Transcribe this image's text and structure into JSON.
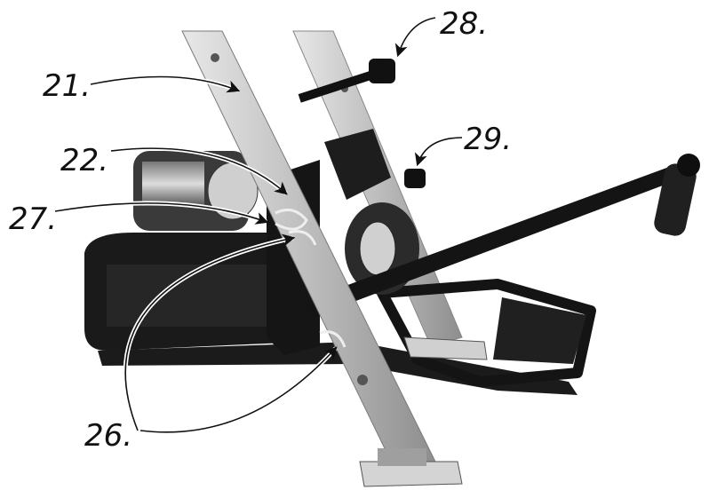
{
  "callouts": {
    "c21": "21.",
    "c22": "22.",
    "c26": "26.",
    "c27": "27.",
    "c28": "28.",
    "c29": "29."
  },
  "colors": {
    "rail": "#cfcfcf",
    "rail_shadow": "#9a9a9a",
    "frame": "#1a1a1a",
    "handle": "#111111",
    "leader": "#111111"
  }
}
